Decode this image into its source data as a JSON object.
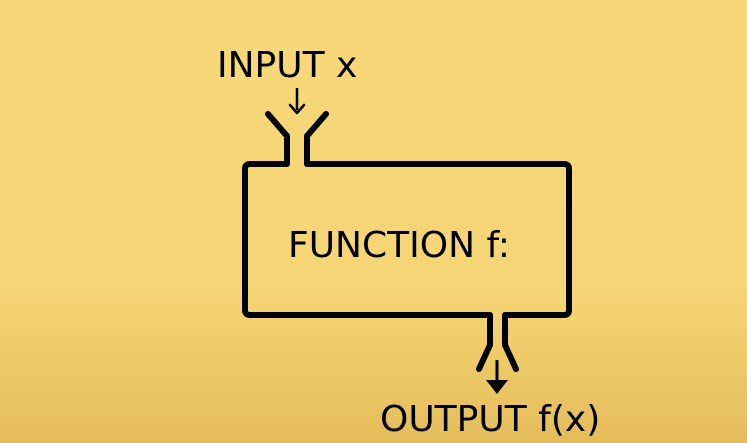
{
  "diagram": {
    "input_label": "INPUT x",
    "function_label": "FUNCTION f:",
    "output_label": "OUTPUT f(x)"
  },
  "colors": {
    "background": "#f6d879",
    "stroke": "#000000",
    "text": "#000000"
  },
  "icons": {
    "input_arrow": "arrow-down-icon",
    "output_arrow": "arrow-down-icon"
  }
}
